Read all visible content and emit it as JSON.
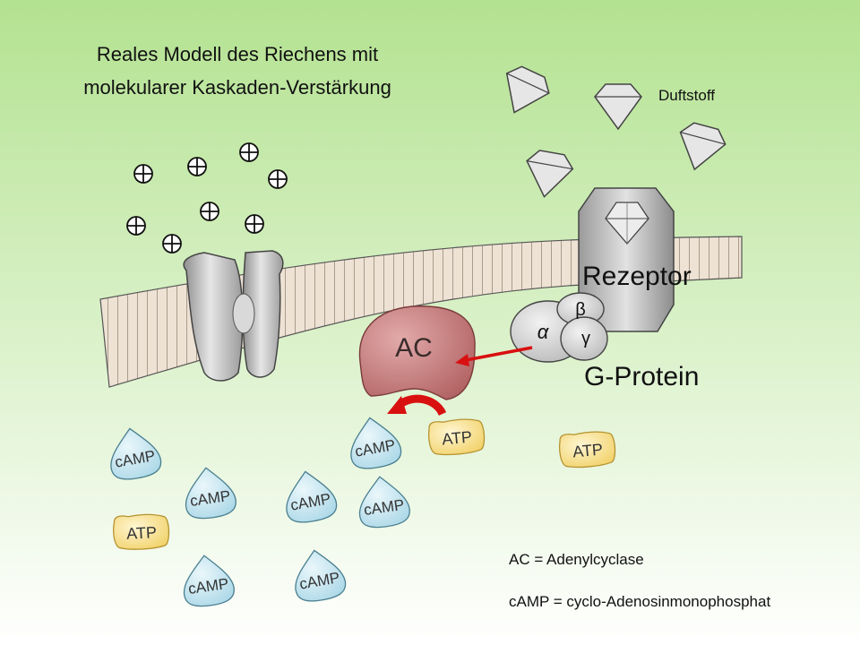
{
  "colors": {
    "background_top": "#b3e290",
    "background_bottom": "#ffffff",
    "membrane_fill": "#eee2d4",
    "membrane_stroke": "#555555",
    "receptor_fill": "#cfcfcf",
    "ac_fill": "#c47e7e",
    "arrow_red": "#d91010",
    "camp_fill": "#bfe2ee",
    "atp_fill": "#f7df86"
  },
  "title": {
    "line1": "Reales Modell des Riechens mit",
    "line2": "molekularer Kaskaden-Verstärkung"
  },
  "odorant_label": "Duftstoff",
  "receptor_label": "Rezeptor",
  "gprotein_label": "G-Protein",
  "subunits": {
    "alpha": "α",
    "beta": "β",
    "gamma": "γ"
  },
  "ac_label": "AC",
  "ion_symbol": "plus-circle",
  "molecules": {
    "camp_label": "cAMP",
    "atp_label": "ATP"
  },
  "legend": {
    "ac": "AC = Adenylcyclase",
    "camp": "cAMP = cyclo-Adenosinmonophosphat"
  }
}
